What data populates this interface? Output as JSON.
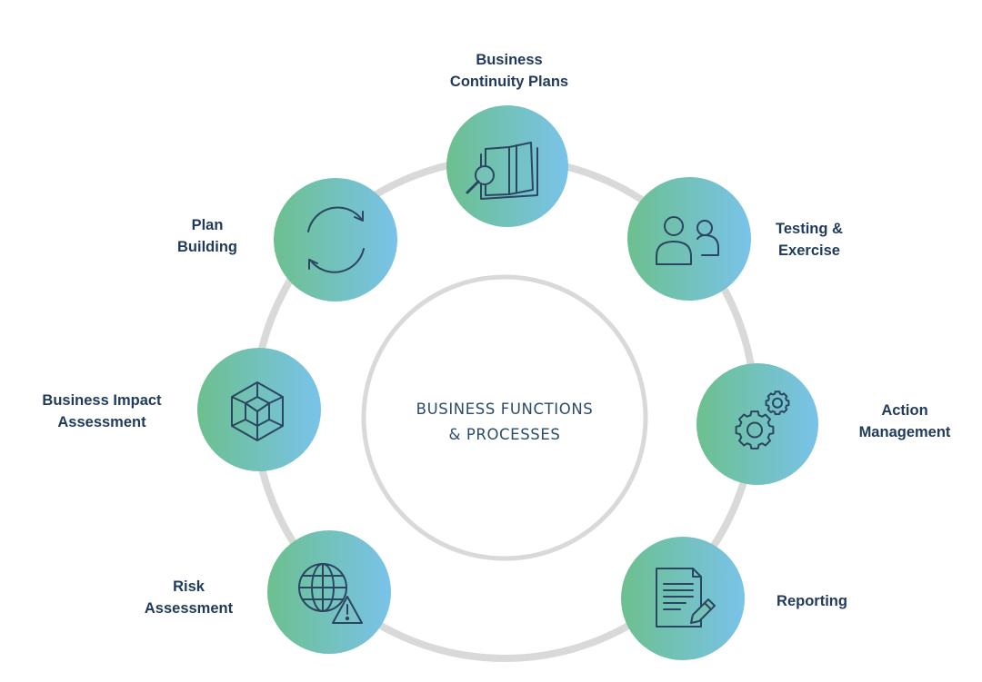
{
  "center": {
    "line1": "BUSINESS FUNCTIONS",
    "line2": "& PROCESSES"
  },
  "nodes": [
    {
      "id": "business-continuity-plans",
      "label_lines": [
        "Business",
        "Continuity Plans"
      ],
      "icon": "book-magnifier-icon"
    },
    {
      "id": "testing-exercise",
      "label_lines": [
        "Testing &",
        "Exercise"
      ],
      "icon": "people-icon"
    },
    {
      "id": "action-management",
      "label_lines": [
        "Action",
        "Management"
      ],
      "icon": "gears-icon"
    },
    {
      "id": "reporting",
      "label_lines": [
        "Reporting"
      ],
      "icon": "document-pen-icon"
    },
    {
      "id": "risk-assessment",
      "label_lines": [
        "Risk",
        "Assessment"
      ],
      "icon": "globe-warning-icon"
    },
    {
      "id": "business-impact-assessment",
      "label_lines": [
        "Business Impact",
        "Assessment"
      ],
      "icon": "cube-icon"
    },
    {
      "id": "plan-building",
      "label_lines": [
        "Plan",
        "Building"
      ],
      "icon": "refresh-arrows-icon"
    }
  ],
  "colors": {
    "gradient_start": "#6cc08e",
    "gradient_end": "#79c3ea",
    "ring": "#d9d9d9",
    "icon_stroke": "#2b4660",
    "label_text": "#1f3a5c"
  }
}
